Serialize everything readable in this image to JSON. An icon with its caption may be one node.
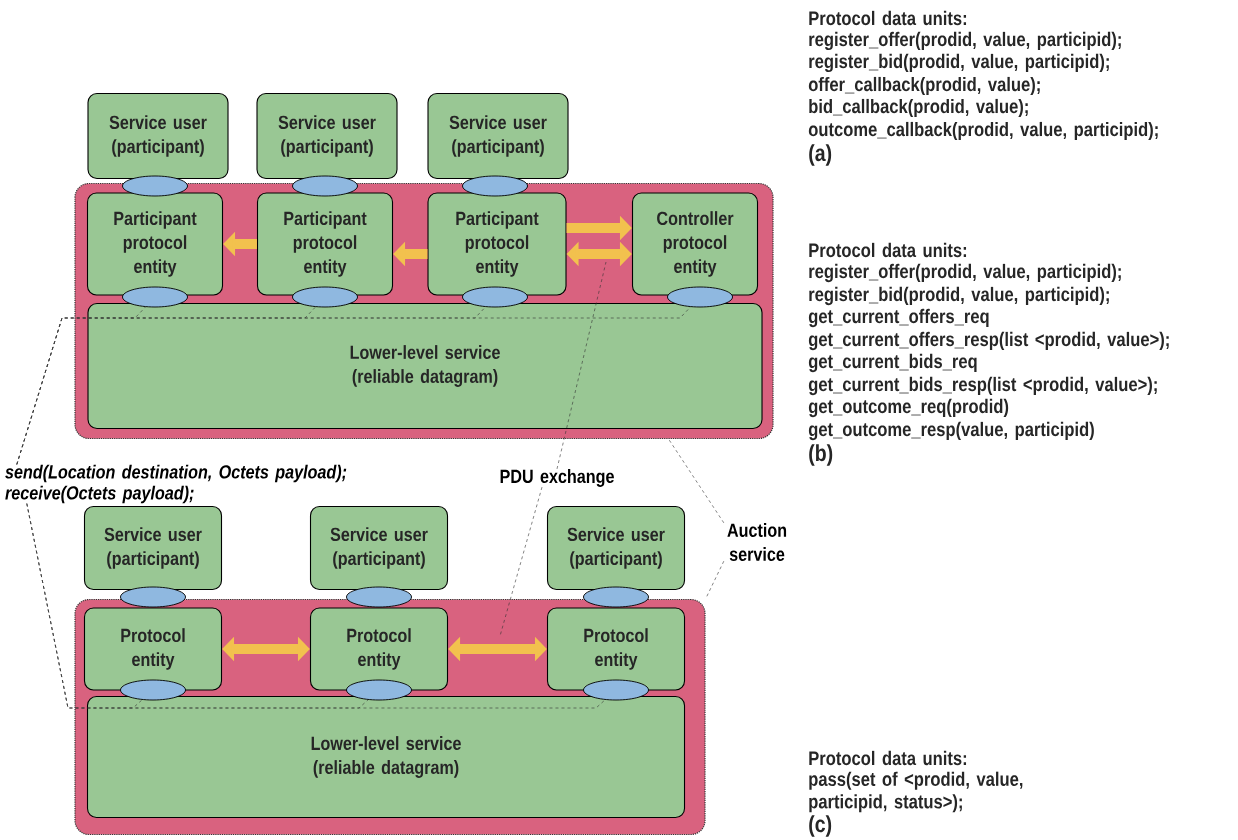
{
  "diagram": {
    "nodes": [
      {
        "text": [
          "Service user (participant)"
        ]
      },
      {
        "text": [
          "Service user (participant)"
        ]
      },
      {
        "text": [
          "Service user (participant)"
        ]
      },
      {
        "text": [],
        "shape": "box"
      },
      {
        "text": [
          "Participant protocol entity"
        ],
        "in": 3
      },
      {
        "text": [
          "Participant protocol entity"
        ],
        "in": 3
      },
      {
        "text": [
          "Participant protocol entity"
        ],
        "in": 3
      },
      {
        "text": [
          "Controller protocol entity"
        ],
        "in": 3
      },
      {
        "text": [
          "Lower-level service (reliable datagram)"
        ],
        "in": 3
      },
      {
        "text": [],
        "shape": "ellipse",
        "in": 3
      },
      {
        "text": [],
        "shape": "ellipse",
        "in": 3
      },
      {
        "text": [],
        "shape": "ellipse",
        "in": 3
      },
      {
        "text": [],
        "shape": "ellipse",
        "in": 3
      },
      {
        "text": [
          "send(Location destination, Octets payload); receive(Octets payload);"
        ]
      },
      {
        "text": [
          "PDU exchange"
        ]
      },
      {
        "text": [
          "Auction service"
        ]
      },
      {
        "text": [
          "Service user (participant)"
        ]
      },
      {
        "text": [
          "Service user (participant)"
        ]
      },
      {
        "text": [
          "Service user (participant)"
        ]
      },
      {
        "text": [],
        "shape": "box"
      },
      {
        "text": [
          "Protocol entity"
        ],
        "in": 19
      },
      {
        "text": [
          "Protocol entity"
        ],
        "in": 19
      },
      {
        "text": [
          "Protocol entity"
        ],
        "in": 19
      },
      {
        "text": [
          "Lower-level service (reliable datagram)"
        ],
        "in": 19
      },
      {
        "text": [],
        "shape": "ellipse",
        "in": 19
      },
      {
        "text": [],
        "shape": "ellipse",
        "in": 19
      },
      {
        "text": [],
        "shape": "ellipse",
        "in": 19
      },
      {
        "text": [],
        "shape": "ellipse"
      },
      {
        "text": [],
        "shape": "ellipse"
      },
      {
        "text": [],
        "shape": "ellipse"
      },
      {
        "text": [],
        "shape": "ellipse"
      },
      {
        "text": [],
        "shape": "ellipse"
      },
      {
        "text": [],
        "shape": "ellipse"
      }
    ],
    "edges": [
      {
        "from": 5,
        "to": 4,
        "arrow": "to",
        "style": "thick",
        "color": "#f2c14e"
      },
      {
        "from": 6,
        "to": 5,
        "arrow": "to",
        "style": "thick",
        "color": "#f2c14e"
      },
      {
        "from": 6,
        "to": 7,
        "arrow": "to",
        "style": "thick",
        "color": "#f2c14e"
      },
      {
        "from": 6,
        "to": 7,
        "arrow": "both",
        "style": "thick",
        "color": "#f2c14e"
      },
      {
        "from": 20,
        "to": 21,
        "arrow": "both",
        "style": "thick",
        "color": "#f2c14e"
      },
      {
        "from": 21,
        "to": 22,
        "arrow": "both",
        "style": "thick",
        "color": "#f2c14e"
      },
      {
        "from": 13,
        "to": 9,
        "arrow": "none",
        "style": "dashed"
      },
      {
        "from": 13,
        "to": 10,
        "arrow": "none",
        "style": "dashed"
      },
      {
        "from": 13,
        "to": 11,
        "arrow": "none",
        "style": "dashed"
      },
      {
        "from": 13,
        "to": 12,
        "arrow": "none",
        "style": "dashed"
      },
      {
        "from": 13,
        "to": 24,
        "arrow": "none",
        "style": "dashed"
      },
      {
        "from": 13,
        "to": 25,
        "arrow": "none",
        "style": "dashed"
      },
      {
        "from": 13,
        "to": 26,
        "arrow": "none",
        "style": "dashed"
      },
      {
        "from": 14,
        "to": null,
        "arrow": "none",
        "style": "dashed"
      },
      {
        "from": 14,
        "to": null,
        "arrow": "none",
        "style": "dashed"
      },
      {
        "from": 15,
        "to": 3,
        "arrow": "none",
        "style": "dashed"
      },
      {
        "from": 15,
        "to": 19,
        "arrow": "none",
        "style": "dashed"
      }
    ],
    "labels": [
      "Protocol data units:",
      "register_offer(prodid, value, participid);",
      "register_bid(prodid, value, participid);",
      "offer_callback(prodid, value);",
      "bid_callback(prodid, value);",
      "outcome_callback(prodid, value, participid);",
      "(a)",
      "Protocol data units:",
      "register_offer(prodid, value, participid);",
      "register_bid(prodid, value, participid);",
      "get_current_offers_req",
      "get_current_offers_resp(list <prodid, value>);",
      "get_current_bids_req",
      "get_current_bids_resp(list <prodid, value>);",
      "get_outcome_req(prodid)",
      "get_outcome_resp(value, participid)",
      "(b)",
      "Protocol data units:",
      "pass(set of <prodid, value, participid, status>);",
      "(c)"
    ]
  }
}
